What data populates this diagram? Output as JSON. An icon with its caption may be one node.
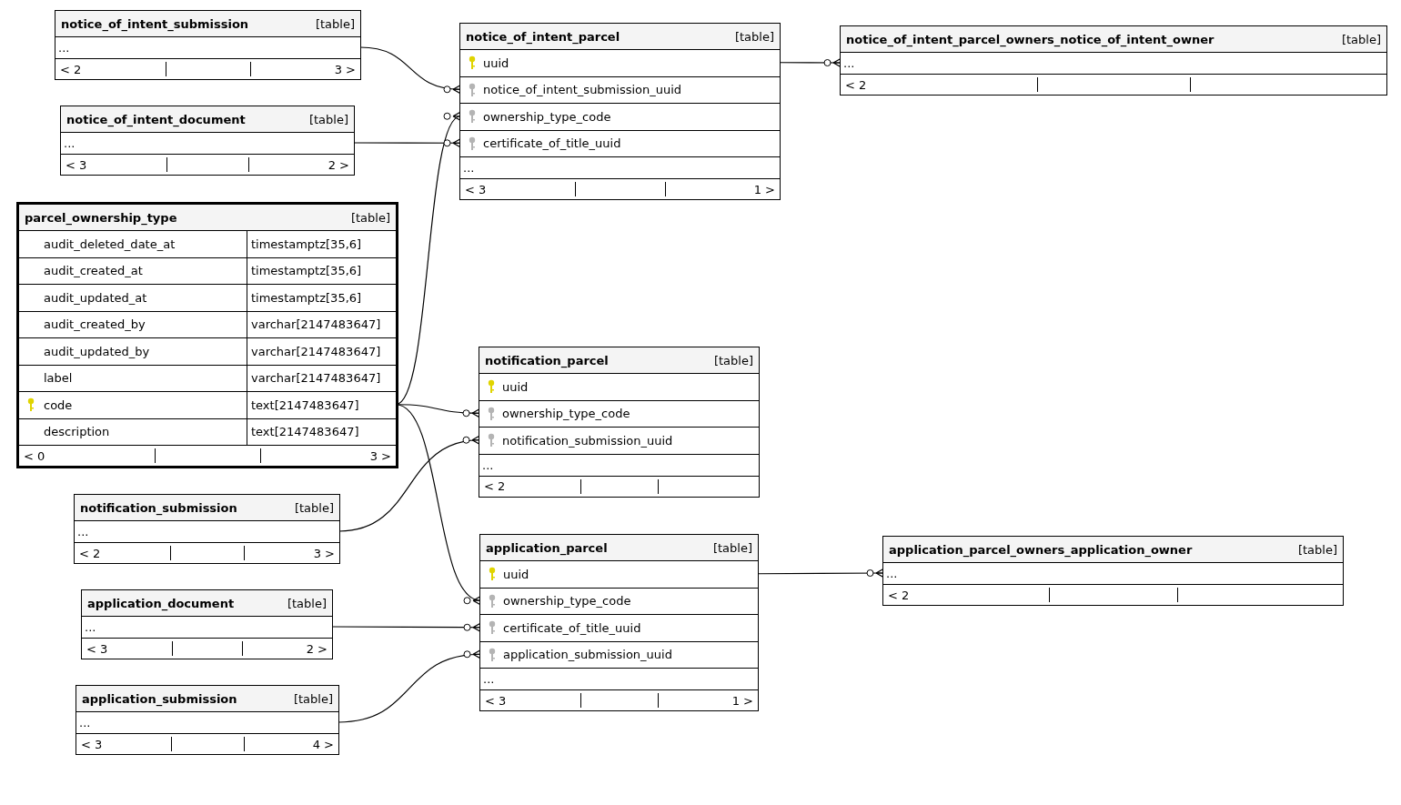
{
  "diagram": {
    "nodes": [
      {
        "text": [
          "notice_of_intent_submission",
          "[table]"
        ]
      },
      {
        "text": [
          "..."
        ],
        "in": 0
      },
      {
        "text": [
          "< 2",
          "3 >"
        ],
        "in": 0
      },
      {
        "text": [
          "notice_of_intent_parcel",
          "[table]"
        ]
      },
      {
        "text": [
          "uuid"
        ],
        "in": 3
      },
      {
        "text": [
          "notice_of_intent_submission_uuid"
        ],
        "in": 3
      },
      {
        "text": [
          "ownership_type_code"
        ],
        "in": 3
      },
      {
        "text": [
          "certificate_of_title_uuid"
        ],
        "in": 3
      },
      {
        "text": [
          "..."
        ],
        "in": 3
      },
      {
        "text": [
          "< 3",
          "1 >"
        ],
        "in": 3
      },
      {
        "text": [
          "notice_of_intent_parcel_owners_notice_of_intent_owner",
          "[table]"
        ]
      },
      {
        "text": [
          "..."
        ],
        "in": 10
      },
      {
        "text": [
          "< 2"
        ],
        "in": 10
      },
      {
        "text": [
          "notice_of_intent_document",
          "[table]"
        ]
      },
      {
        "text": [
          "..."
        ],
        "in": 13
      },
      {
        "text": [
          "< 3",
          "2 >"
        ],
        "in": 13
      },
      {
        "text": [
          "parcel_ownership_type",
          "[table]"
        ]
      },
      {
        "text": [
          "audit_deleted_date_at",
          "timestamptz[35,6]"
        ],
        "in": 16
      },
      {
        "text": [
          "audit_created_at",
          "timestamptz[35,6]"
        ],
        "in": 16
      },
      {
        "text": [
          "audit_updated_at",
          "timestamptz[35,6]"
        ],
        "in": 16
      },
      {
        "text": [
          "audit_created_by",
          "varchar[2147483647]"
        ],
        "in": 16
      },
      {
        "text": [
          "audit_updated_by",
          "varchar[2147483647]"
        ],
        "in": 16
      },
      {
        "text": [
          "label",
          "varchar[2147483647]"
        ],
        "in": 16
      },
      {
        "text": [
          "code",
          "text[2147483647]"
        ],
        "in": 16
      },
      {
        "text": [
          "description",
          "text[2147483647]"
        ],
        "in": 16
      },
      {
        "text": [
          "< 0",
          "3 >"
        ],
        "in": 16
      },
      {
        "text": [
          "notification_parcel",
          "[table]"
        ]
      },
      {
        "text": [
          "uuid"
        ],
        "in": 26
      },
      {
        "text": [
          "ownership_type_code"
        ],
        "in": 26
      },
      {
        "text": [
          "notification_submission_uuid"
        ],
        "in": 26
      },
      {
        "text": [
          "..."
        ],
        "in": 26
      },
      {
        "text": [
          "< 2"
        ],
        "in": 26
      },
      {
        "text": [
          "notification_submission",
          "[table]"
        ]
      },
      {
        "text": [
          "..."
        ],
        "in": 32
      },
      {
        "text": [
          "< 2",
          "3 >"
        ],
        "in": 32
      },
      {
        "text": [
          "application_parcel",
          "[table]"
        ]
      },
      {
        "text": [
          "uuid"
        ],
        "in": 35
      },
      {
        "text": [
          "ownership_type_code"
        ],
        "in": 35
      },
      {
        "text": [
          "certificate_of_title_uuid"
        ],
        "in": 35
      },
      {
        "text": [
          "application_submission_uuid"
        ],
        "in": 35
      },
      {
        "text": [
          "..."
        ],
        "in": 35
      },
      {
        "text": [
          "< 3",
          "1 >"
        ],
        "in": 35
      },
      {
        "text": [
          "application_parcel_owners_application_owner",
          "[table]"
        ]
      },
      {
        "text": [
          "..."
        ],
        "in": 42
      },
      {
        "text": [
          "< 2"
        ],
        "in": 42
      },
      {
        "text": [
          "application_document",
          "[table]"
        ]
      },
      {
        "text": [
          "..."
        ],
        "in": 45
      },
      {
        "text": [
          "< 3",
          "2 >"
        ],
        "in": 45
      },
      {
        "text": [
          "application_submission",
          "[table]"
        ]
      },
      {
        "text": [
          "..."
        ],
        "in": 48
      },
      {
        "text": [
          "< 3",
          "4 >"
        ],
        "in": 48
      }
    ],
    "edges": [
      {
        "from": 1,
        "to": 5,
        "arrow": "other"
      },
      {
        "from": 23,
        "to": 6,
        "arrow": "other"
      },
      {
        "from": 14,
        "to": 7,
        "arrow": "other"
      },
      {
        "from": 4,
        "to": 11,
        "arrow": "other"
      },
      {
        "from": 23,
        "to": 28,
        "arrow": "other"
      },
      {
        "from": 33,
        "to": 29,
        "arrow": "other"
      },
      {
        "from": 23,
        "to": 37,
        "arrow": "other"
      },
      {
        "from": 46,
        "to": 38,
        "arrow": "other"
      },
      {
        "from": 49,
        "to": 39,
        "arrow": "other"
      },
      {
        "from": 36,
        "to": 43,
        "arrow": "other"
      }
    ]
  }
}
